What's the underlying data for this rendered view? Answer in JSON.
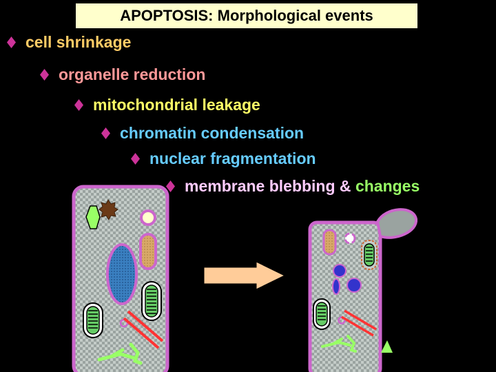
{
  "title": "APOPTOSIS:  Morphological events",
  "events": [
    {
      "text": "cell shrinkage",
      "color": "#ffcc66"
    },
    {
      "text": "organelle reduction",
      "color": "#ff9999"
    },
    {
      "text": "mitochondrial leakage",
      "color": "#ffff66"
    },
    {
      "text": "chromatin condensation",
      "color": "#66ccff"
    },
    {
      "text": "nuclear fragmentation",
      "color": "#66ccff"
    },
    {
      "text_part1": "membrane blebbing & ",
      "text_part2": "changes",
      "color1": "#ffccff",
      "color2": "#99ff66"
    }
  ],
  "colors": {
    "cell_border": "#cc66cc",
    "arrow": "#ffcc99",
    "nucleus": "#3366cc",
    "mitochondria": "#66cc66"
  }
}
